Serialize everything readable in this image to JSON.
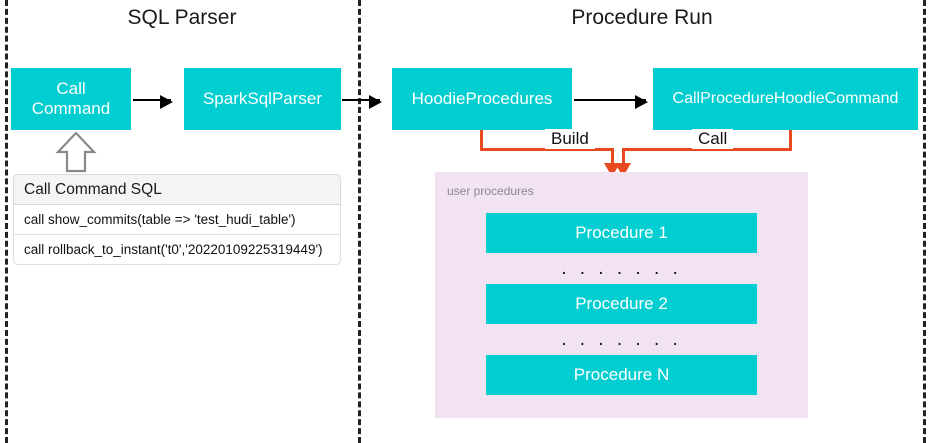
{
  "diagram": {
    "title_left": "SQL Parser",
    "title_right": "Procedure Run"
  },
  "nodes": {
    "call_command": "Call\nCommand",
    "call_command_line1": "Call",
    "call_command_line2": "Command",
    "spark_sql_parser": "SparkSqlParser",
    "hoodie_procedures": "HoodieProcedures",
    "call_procedure_hoodie_command": "CallProcedureHoodieCommand"
  },
  "sql_table": {
    "header": "Call Command SQL",
    "rows": [
      "call show_commits(table => 'test_hudi_table')",
      "call rollback_to_instant('t0','20220109225319449')"
    ]
  },
  "edges": {
    "build_label": "Build",
    "call_label": "Call"
  },
  "procedures_panel": {
    "label": "user procedures",
    "items": [
      "Procedure 1",
      "Procedure 2",
      "Procedure N"
    ],
    "ellipsis": ". . . . . . ."
  },
  "colors": {
    "teal": "#00CED1",
    "orange": "#E8491F",
    "panel": "#f2e3f3",
    "divider": "#222222"
  }
}
